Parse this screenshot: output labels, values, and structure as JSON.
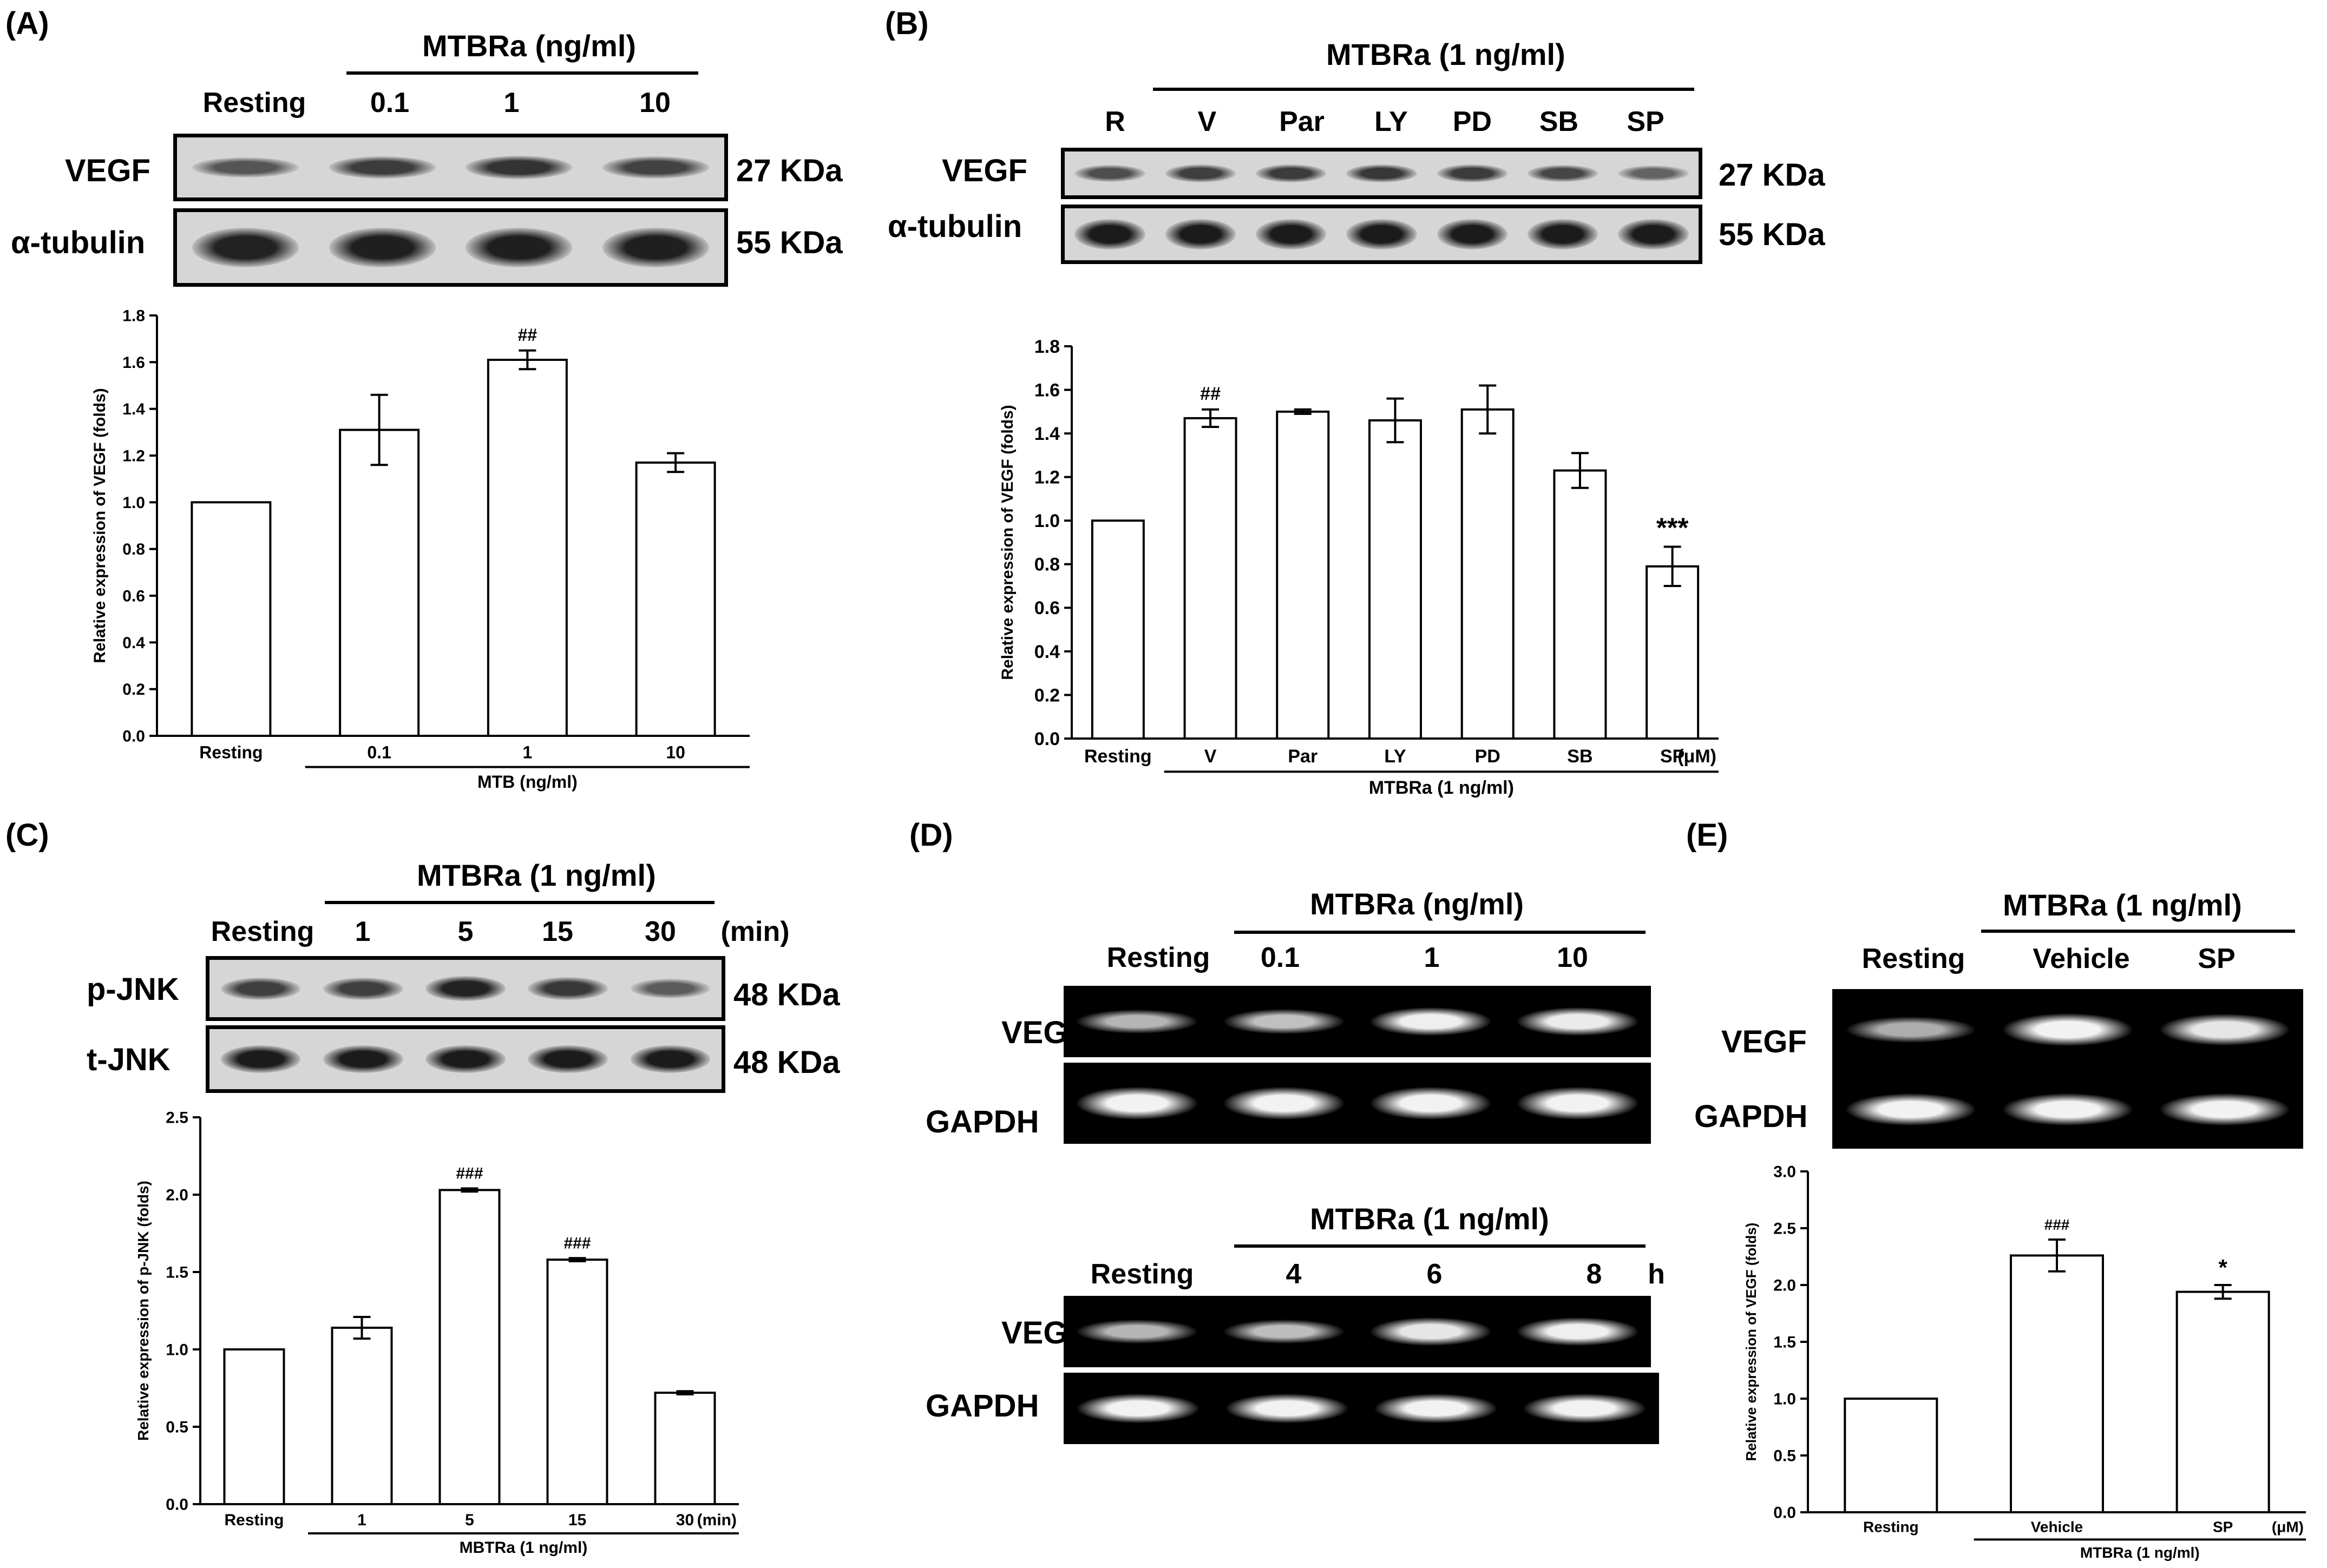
{
  "panels": {
    "A": {
      "label": "(A)",
      "header": "MTBRa (ng/ml)",
      "lanes": [
        "Resting",
        "0.1",
        "1",
        "10"
      ],
      "rows": [
        {
          "label": "VEGF",
          "kda": "27 KDa",
          "intensity": [
            0.45,
            0.62,
            0.68,
            0.58
          ]
        },
        {
          "label": "α-tubulin",
          "kda": "55 KDa",
          "intensity": [
            0.8,
            0.82,
            0.82,
            0.82
          ]
        }
      ]
    },
    "B": {
      "label": "(B)",
      "header": "MTBRa (1 ng/ml)",
      "lanes": [
        "R",
        "V",
        "Par",
        "LY",
        "PD",
        "SB",
        "SP"
      ],
      "rows": [
        {
          "label": "VEGF",
          "kda": "27 KDa",
          "intensity": [
            0.5,
            0.6,
            0.62,
            0.65,
            0.62,
            0.55,
            0.35
          ]
        },
        {
          "label": "α-tubulin",
          "kda": "55 KDa",
          "intensity": [
            0.85,
            0.85,
            0.85,
            0.85,
            0.85,
            0.85,
            0.85
          ]
        }
      ]
    },
    "C": {
      "label": "(C)",
      "header": "MTBRa (1 ng/ml)",
      "lanes": [
        "Resting",
        "1",
        "5",
        "15",
        "30"
      ],
      "unit": "(min)",
      "rows": [
        {
          "label": "p-JNK",
          "kda": "48 KDa",
          "intensity": [
            0.6,
            0.6,
            0.8,
            0.65,
            0.4
          ]
        },
        {
          "label": "t-JNK",
          "kda": "48 KDa",
          "intensity": [
            0.85,
            0.85,
            0.85,
            0.85,
            0.85
          ]
        }
      ]
    },
    "D": {
      "label": "(D)",
      "top": {
        "header": "MTBRa (ng/ml)",
        "lanes": [
          "Resting",
          "0.1",
          "1",
          "10"
        ],
        "rows": [
          {
            "label": "VEGF",
            "intensity": [
              0.55,
              0.62,
              0.9,
              0.88
            ]
          },
          {
            "label": "GAPDH",
            "intensity": [
              0.92,
              0.92,
              0.92,
              0.92
            ]
          }
        ]
      },
      "bottom": {
        "header": "MTBRa (1 ng/ml)",
        "lanes": [
          "Resting",
          "4",
          "6",
          "8"
        ],
        "unit": "h",
        "rows": [
          {
            "label": "VEGF",
            "intensity": [
              0.55,
              0.6,
              0.85,
              0.9
            ]
          },
          {
            "label": "GAPDH",
            "intensity": [
              0.92,
              0.92,
              0.92,
              0.92
            ]
          }
        ]
      }
    },
    "E": {
      "label": "(E)",
      "header": "MTBRa (1 ng/ml)",
      "lanes": [
        "Resting",
        "Vehicle",
        "SP"
      ],
      "rows": [
        {
          "label": "VEGF",
          "intensity": [
            0.5,
            0.92,
            0.85
          ]
        },
        {
          "label": "GAPDH",
          "intensity": [
            0.92,
            0.92,
            0.92
          ]
        }
      ]
    }
  },
  "chart_data": [
    {
      "panel": "A",
      "type": "bar",
      "categories": [
        "Resting",
        "0.1",
        "1",
        "10"
      ],
      "values": [
        1.0,
        1.31,
        1.61,
        1.17
      ],
      "errors": [
        0,
        0.15,
        0.04,
        0.04
      ],
      "annotations": [
        "",
        "",
        "##",
        ""
      ],
      "ylabel": "Relative expression of VEGF (folds)",
      "group_label": "MTB (ng/ml)",
      "group_start": 1,
      "unit_label": "",
      "ylim": [
        0,
        1.8
      ],
      "yticks": [
        "0.0",
        "0.2",
        "0.4",
        "0.6",
        "0.8",
        "1.0",
        "1.2",
        "1.4",
        "1.6",
        "1.8"
      ]
    },
    {
      "panel": "B",
      "type": "bar",
      "categories": [
        "Resting",
        "V",
        "Par",
        "LY",
        "PD",
        "SB",
        "SP"
      ],
      "values": [
        1.0,
        1.47,
        1.5,
        1.46,
        1.51,
        1.23,
        0.79
      ],
      "errors": [
        0,
        0.04,
        0.01,
        0.1,
        0.11,
        0.08,
        0.09
      ],
      "annotations": [
        "",
        "##",
        "",
        "",
        "",
        "",
        "***"
      ],
      "ylabel": "Relative expression of VEGF (folds)",
      "group_label": "MTBRa (1 ng/ml)",
      "group_start": 1,
      "unit_label": "(μM)",
      "ylim": [
        0,
        1.8
      ],
      "yticks": [
        "0.0",
        "0.2",
        "0.4",
        "0.6",
        "0.8",
        "1.0",
        "1.2",
        "1.4",
        "1.6",
        "1.8"
      ]
    },
    {
      "panel": "C",
      "type": "bar",
      "categories": [
        "Resting",
        "1",
        "5",
        "15",
        "30"
      ],
      "values": [
        1.0,
        1.14,
        2.03,
        1.58,
        0.72
      ],
      "errors": [
        0,
        0.07,
        0.01,
        0.01,
        0.01
      ],
      "annotations": [
        "",
        "",
        "###",
        "###",
        ""
      ],
      "ylabel": "Relative expression of p-JNK (folds)",
      "group_label": "MBTRa (1 ng/ml)",
      "group_start": 1,
      "unit_label": "(min)",
      "ylim": [
        0,
        2.5
      ],
      "yticks": [
        "0.0",
        "0.5",
        "1.0",
        "1.5",
        "2.0",
        "2.5"
      ]
    },
    {
      "panel": "E",
      "type": "bar",
      "categories": [
        "Resting",
        "Vehicle",
        "SP"
      ],
      "values": [
        1.0,
        2.26,
        1.94
      ],
      "errors": [
        0,
        0.14,
        0.06
      ],
      "annotations": [
        "",
        "###",
        "*"
      ],
      "ylabel": "Relative expression of VEGF (folds)",
      "group_label": "MTBRa (1 ng/ml)",
      "group_start": 1,
      "unit_label": "(μM)",
      "ylim": [
        0,
        3.0
      ],
      "yticks": [
        "0.0",
        "0.5",
        "1.0",
        "1.5",
        "2.0",
        "2.5",
        "3.0"
      ]
    }
  ]
}
